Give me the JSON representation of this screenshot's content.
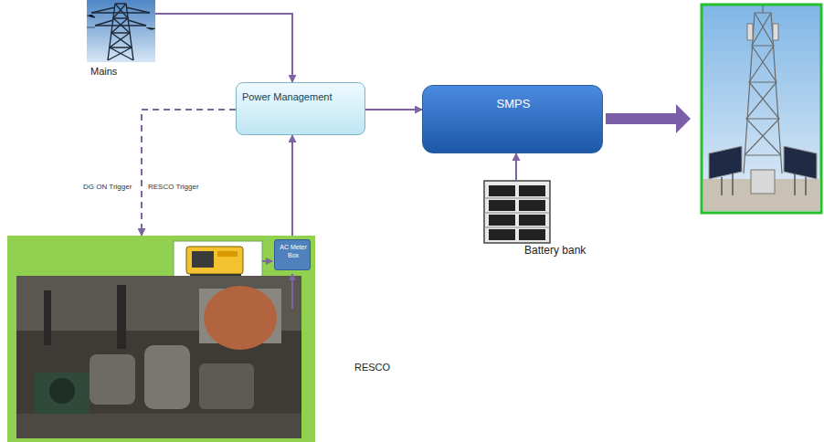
{
  "diagram": {
    "nodes": [
      {
        "text": [
          "Mains"
        ]
      },
      {
        "text": [
          "Power Management"
        ]
      },
      {
        "text": [
          "SMPS"
        ]
      },
      {
        "text": [
          "Battery bank"
        ]
      },
      {
        "text": [
          "RESCO"
        ]
      },
      {
        "text": [
          "AC Meter Box"
        ],
        "in": 4
      }
    ],
    "edges": [
      {
        "from": 0,
        "to": 1,
        "arrow": "to"
      },
      {
        "from": 1,
        "to": 2,
        "arrow": "to"
      },
      {
        "from": 1,
        "to": 4,
        "arrow": "to"
      },
      {
        "from": 5,
        "to": 1,
        "arrow": "to"
      },
      {
        "from": 3,
        "to": 2,
        "arrow": "to"
      }
    ],
    "labels": [
      "DG ON Trigger",
      "RESCO Trigger"
    ]
  }
}
